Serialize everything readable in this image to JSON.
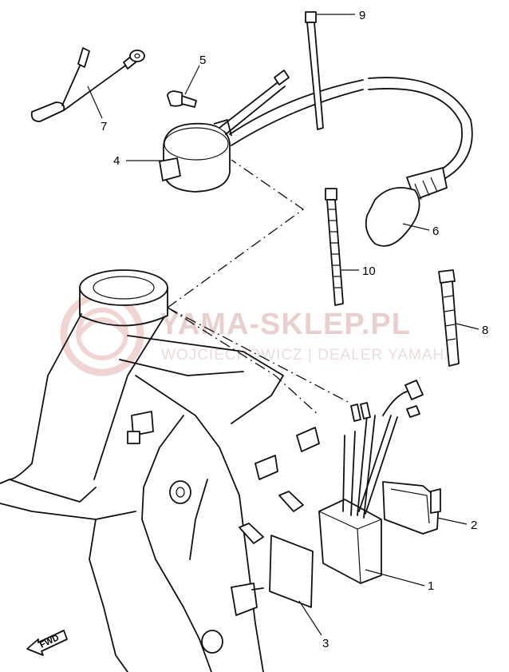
{
  "watermark": {
    "title": "YAMA-SKLEP.PL",
    "subtitle": "WOJCIECHOWICZ | DEALER YAMAHA"
  },
  "callouts": [
    {
      "id": "1",
      "label": "1"
    },
    {
      "id": "2",
      "label": "2"
    },
    {
      "id": "3",
      "label": "3"
    },
    {
      "id": "4",
      "label": "4"
    },
    {
      "id": "5",
      "label": "5"
    },
    {
      "id": "6",
      "label": "6"
    },
    {
      "id": "7",
      "label": "7"
    },
    {
      "id": "8",
      "label": "8"
    },
    {
      "id": "9",
      "label": "9"
    },
    {
      "id": "10",
      "label": "10"
    }
  ],
  "direction_indicator": {
    "label": "FWD",
    "icon": "fwd-arrow-icon"
  },
  "colors": {
    "line": "#111111",
    "watermark": "#e9d0d0"
  }
}
